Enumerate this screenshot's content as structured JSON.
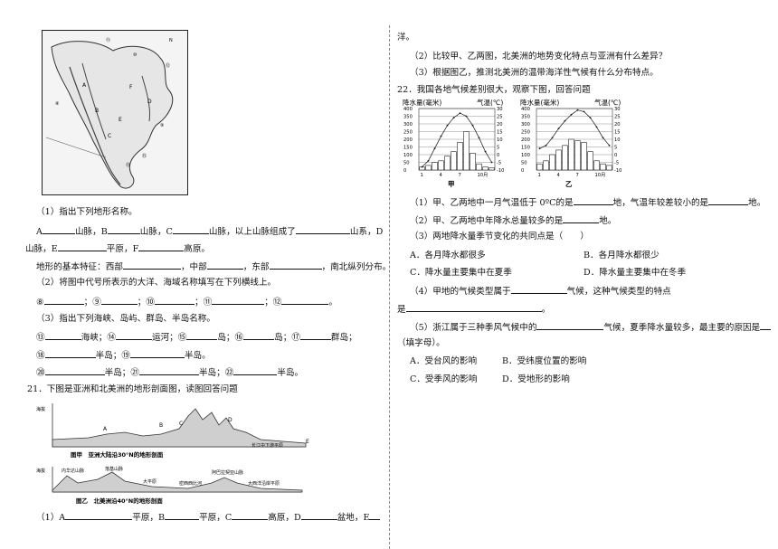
{
  "left": {
    "q20_1": "（1）指出下列地形名称。",
    "q20_1_line": [
      "A",
      "山脉，B",
      "山脉，C",
      "山脉，以上山脉组成了",
      "山系，D"
    ],
    "q20_1_line2": [
      "山脉，E",
      "平原，F",
      "高原。"
    ],
    "features": [
      "地形的基本特征：西部",
      "，中部",
      "，东部",
      "，南北纵列分布。"
    ],
    "q20_2": "（2）将图中代号所表示的大洋、海域名称填写在下列横线上。",
    "q20_2_nums": [
      "⑧",
      "⑨",
      "⑩",
      "⑪",
      "⑫"
    ],
    "q20_3": "（3）指出下列海峡、岛屿、群岛、半岛名称。",
    "q20_3_line1": {
      "nums": [
        "⑬",
        "⑭",
        "⑮",
        "⑯",
        "⑰"
      ],
      "words": [
        "海峡；",
        "运河；",
        "岛；",
        "岛；",
        "群岛；"
      ]
    },
    "q20_3_line2": {
      "nums": [
        "⑱",
        "⑲"
      ],
      "words": [
        "半岛；",
        "半岛。"
      ]
    },
    "q20_3_line3": {
      "nums": [
        "⑳",
        "㉑",
        "㉒"
      ],
      "words": [
        "半岛；",
        "半岛；",
        "半岛。"
      ]
    },
    "q21": "21．下图是亚洲和北美洲的地形剖面图，读图回答问题",
    "profile_a": {
      "caption": "图甲　亚洲大陆沿30°N的地形剖面",
      "left_label": "海拔",
      "right_label": "长江中下游平原",
      "labels": [
        "A",
        "B",
        "C",
        "D",
        "E"
      ]
    },
    "profile_b": {
      "caption": "图乙　北美洲沿40°N的地形剖面",
      "left_label": "海拔",
      "labels": [
        "内华达山脉",
        "落基山脉",
        "大平原",
        "密西西比河",
        "阿巴拉契亚山脉",
        "大西洋沿岸平原"
      ]
    },
    "q21_1": [
      "（1）A",
      "平原，B",
      "平原，C",
      "高原，D",
      "盆地，E"
    ]
  },
  "right": {
    "cont": "洋。",
    "q21_2": "（2）比较甲、乙两图，北美洲的地势变化特点与亚洲有什么差异？",
    "q21_3": "（3）根据图乙，推测北美洲的温带海洋性气候有什么分布特点。",
    "q22": "22．我国各地气候差别很大，观察下图，回答问题",
    "chart_jia": {
      "ylabel": "降水量(毫米)",
      "y2label": "气温(℃)",
      "name": "甲",
      "xticks": [
        "1",
        "4",
        "7",
        "10月"
      ],
      "yticks": [
        "400",
        "350",
        "300",
        "250",
        "200",
        "150",
        "100",
        "50",
        "0"
      ],
      "y2ticks": [
        "30",
        "25",
        "20",
        "15",
        "10",
        "5",
        "0",
        "-5",
        "-10"
      ]
    },
    "chart_yi": {
      "ylabel": "降水量(毫米)",
      "y2label": "气温(℃)",
      "name": "乙",
      "xticks": [
        "1",
        "4",
        "7",
        "10月"
      ],
      "yticks": [
        "400",
        "350",
        "300",
        "250",
        "200",
        "150",
        "100",
        "50",
        "0"
      ],
      "y2ticks": [
        "30",
        "25",
        "20",
        "15",
        "10",
        "5",
        "0",
        "-5",
        "-10"
      ]
    },
    "q22_1": [
      "（1）甲、乙两地中一月气温低于 0ºC的是",
      "地，气温年较差较小的是",
      "地。"
    ],
    "q22_2": [
      "（2）甲、乙两地中年降水总量较多的是",
      "地。"
    ],
    "q22_3": "（3）两地降水量季节变化的共同点是（　　）",
    "q22_3_opts": [
      "A．各月降水都很多",
      "B．各月降水都很少",
      "C．降水量主要集中在夏季",
      "D．降水量主要集中在冬季"
    ],
    "q22_4": [
      "（4）甲地的气候类型属于",
      "气候，这种气候类型的特点"
    ],
    "q22_4b": [
      "是",
      "。"
    ],
    "q22_5": [
      "（5）浙江属于三种季风气候中的",
      "气候，夏季降水量较多，最主要的原因是"
    ],
    "q22_5b": "（填字母）。",
    "q22_5_opts": [
      "A．受台风的影响",
      "B．受纬度位置的影响",
      "C．受季风的影响",
      "D．受地形的影响"
    ]
  }
}
